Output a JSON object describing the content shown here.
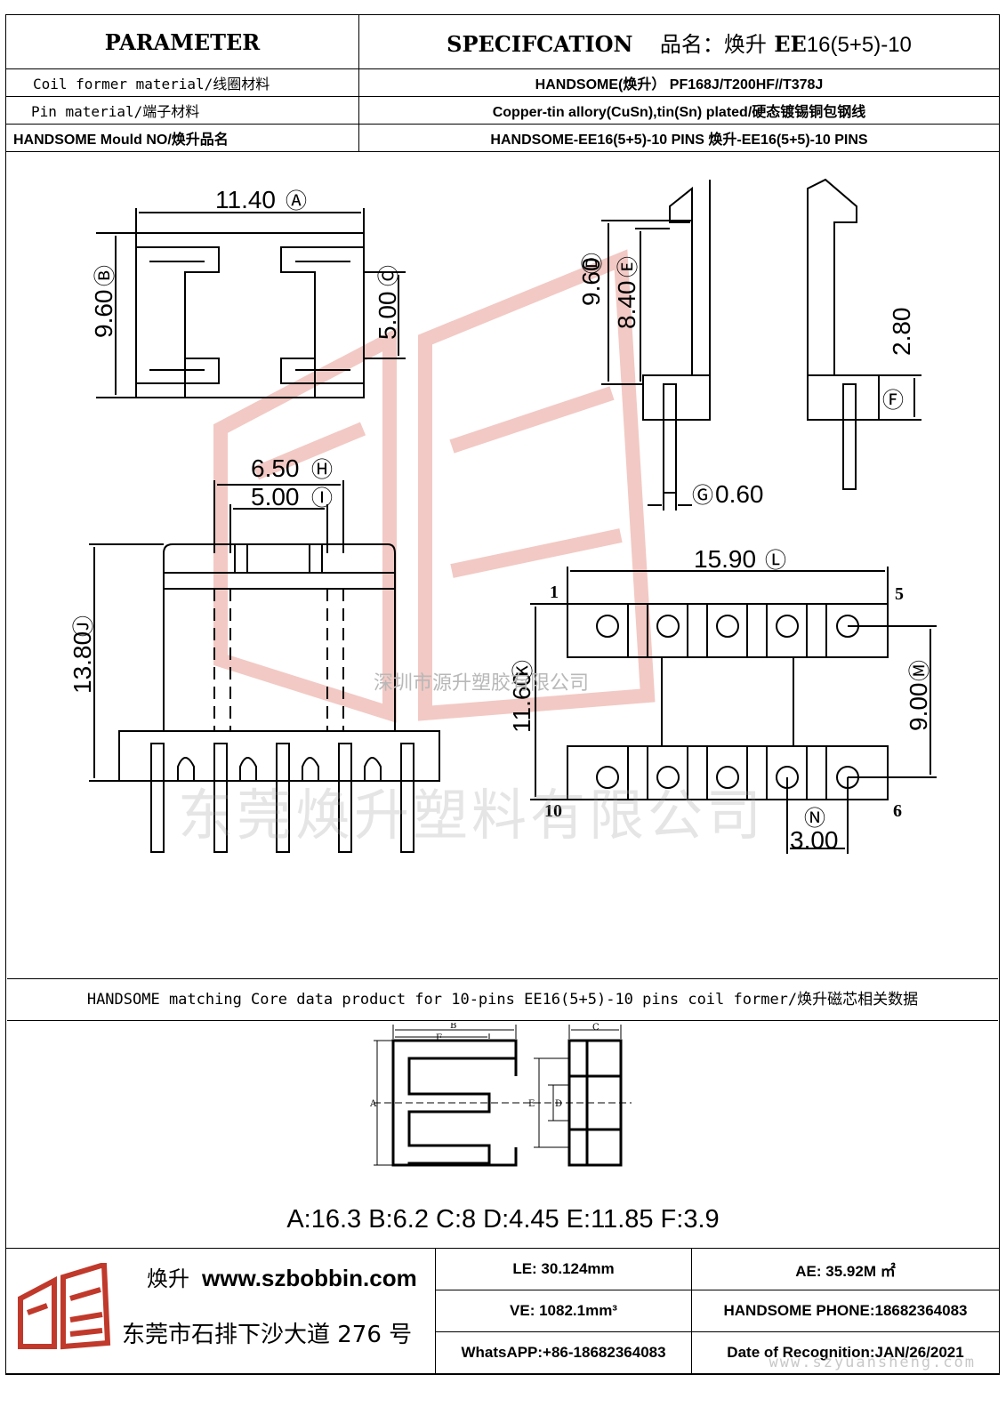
{
  "header": {
    "param_label": "PARAMETER",
    "spec_label": "SPECIFCATION",
    "name_label": "品名：焕升",
    "model_bold": "EE",
    "model_rest": "16(5+5)-10",
    "rows": [
      {
        "label": "Coil former material/线圈材料",
        "value": "HANDSOME(焕升）  PF168J/T200HF//T378J"
      },
      {
        "label": "Pin material/端子材料",
        "value": "Copper-tin allory(CuSn),tin(Sn) plated/硬态镀锡铜包钢线"
      },
      {
        "label": "HANDSOME Mould NO/焕升品名",
        "value": "HANDSOME-EE16(5+5)-10 PINS    焕升-EE16(5+5)-10 PINS"
      }
    ]
  },
  "drawing": {
    "dims": {
      "A": "11.40",
      "B": "9.60",
      "C": "5.00",
      "D": "9.60",
      "E": "8.40",
      "F": "2.80",
      "G": "0.60",
      "H": "6.50",
      "I": "5.00",
      "J": "13.80",
      "K": "11.60",
      "L": "15.90",
      "M": "9.00",
      "N": "3.00"
    },
    "letters": {
      "A": "Ⓐ",
      "B": "Ⓑ",
      "C": "Ⓒ",
      "D": "Ⓓ",
      "E": "Ⓔ",
      "F": "Ⓕ",
      "G": "Ⓖ",
      "H": "Ⓗ",
      "I": "Ⓘ",
      "J": "Ⓙ",
      "K": "Ⓚ",
      "L": "Ⓛ",
      "M": "Ⓜ",
      "N": "Ⓝ"
    },
    "pin_numbers": [
      "1",
      "5",
      "10",
      "6"
    ],
    "watermark_small": "深圳市源升塑胶有限公司",
    "watermark_large": "东莞焕升塑料有限公司"
  },
  "core": {
    "caption": "HANDSOME matching Core data  product for 10-pins EE16(5+5)-10 pins coil former/焕升磁芯相关数据",
    "letters": [
      "A",
      "B",
      "C",
      "D",
      "E",
      "F"
    ],
    "values": "A:16.3 B:6.2 C:8 D:4.45 E:11.85 F:3.9"
  },
  "footer": {
    "brand": "焕升",
    "website": "www.szbobbin.com",
    "address": "东莞市石排下沙大道 276 号",
    "le": "LE:    30.124mm",
    "ae": "AE: 35.92M ㎡",
    "ve": "VE:    1082.1mm³",
    "phone": "HANDSOME PHONE:18682364083",
    "whatsapp": "WhatsAPP:+86-18682364083",
    "date": "Date of Recognition:JAN/26/2021",
    "watermark_url": "www.szyuansheng.com"
  },
  "colors": {
    "logo_red": "#c0392b",
    "watermark_red": "#f2c9c4"
  }
}
